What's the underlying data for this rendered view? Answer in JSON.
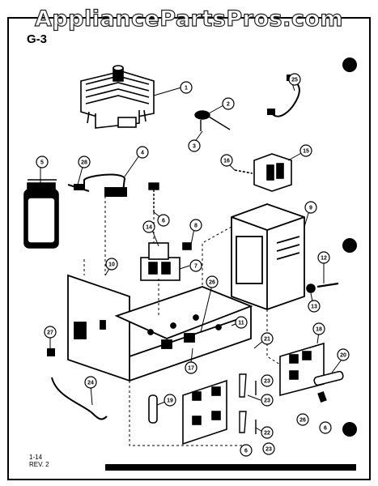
{
  "watermark": "AppliancePartsPros.com",
  "figure_label": "G-3",
  "revision": [
    "1-14",
    "REV. 2"
  ],
  "colors": {
    "ink": "#000000",
    "paper": "#ffffff",
    "watermark_fill": "#ffffff",
    "watermark_outline": "#222222"
  },
  "callouts": [
    "1",
    "2",
    "3",
    "4",
    "5",
    "6",
    "7",
    "8",
    "9",
    "10",
    "11",
    "12",
    "13",
    "14",
    "15",
    "16",
    "17",
    "18",
    "19",
    "20",
    "21",
    "22",
    "23",
    "24",
    "25",
    "26",
    "27",
    "28"
  ]
}
